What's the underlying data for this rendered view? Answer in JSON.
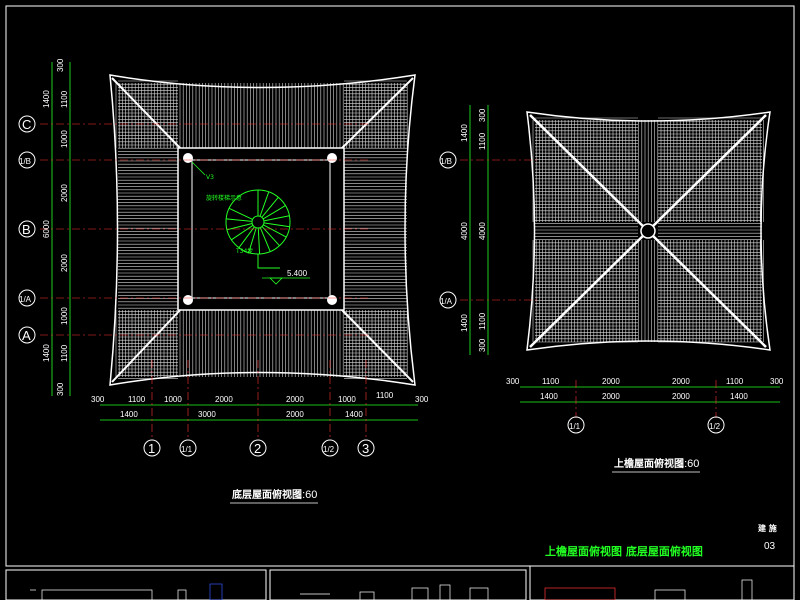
{
  "drawing": {
    "left_plan": {
      "title": "底层屋面俯视图",
      "scale": "1:60",
      "top_dims": [
        "300",
        "1100",
        "1000",
        "2000",
        "2000",
        "1000",
        "1100",
        "300"
      ],
      "bottom_dims": [
        "1400",
        "3000",
        "2000",
        "1400"
      ],
      "left_dims_outer": [
        "300",
        "1400",
        "1100",
        "1000",
        "2000",
        "6000",
        "2000",
        "1000",
        "1100",
        "1400",
        "300"
      ],
      "axis_labels_vertical": [
        "C",
        "1/B",
        "B",
        "1/A",
        "A"
      ],
      "axis_labels_horizontal": [
        "1",
        "1/1",
        "2",
        "1/2",
        "3"
      ],
      "annotation_v3": "V3",
      "annotation_stair_note": "旋转楼梯示意",
      "annotation_stair_label": "T34步",
      "elevation": "5.400"
    },
    "right_plan": {
      "title": "上檐屋面俯视图",
      "scale": "1:60",
      "top_dims": [
        "300",
        "1100",
        "2000",
        "2000",
        "1100",
        "300"
      ],
      "bottom_dims": [
        "1400",
        "2000",
        "2000",
        "1400"
      ],
      "left_dims": [
        "300",
        "1400",
        "1100",
        "4000",
        "4000",
        "1100",
        "1400",
        "300"
      ],
      "axis_labels_vertical": [
        "1/B",
        "1/A"
      ],
      "axis_labels_horizontal": [
        "1/1",
        "1/2"
      ]
    },
    "title_block": {
      "sheet_label": "建 施",
      "sheet_number": "03",
      "sheet_title": "上檐屋面俯视图   底层屋面俯视图"
    },
    "colors": {
      "background": "#000000",
      "dimension_green": "#22ff22",
      "line_white": "#ffffff",
      "grid_red": "#ff3333",
      "accent_blue": "#3355ff"
    }
  }
}
